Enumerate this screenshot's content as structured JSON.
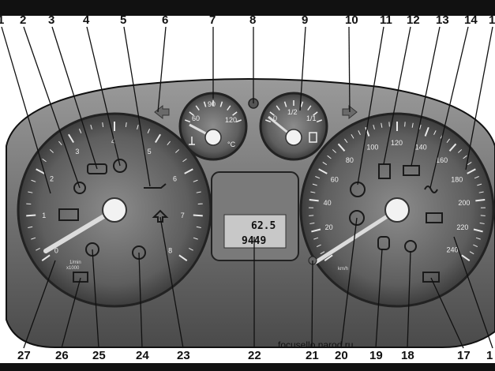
{
  "callouts": [
    "1",
    "2",
    "3",
    "4",
    "5",
    "6",
    "7",
    "8",
    "9",
    "10",
    "11",
    "12",
    "13",
    "14",
    "1",
    "27",
    "26",
    "25",
    "24",
    "23",
    "22",
    "21",
    "20",
    "19",
    "18",
    "17",
    "1"
  ],
  "tachometer": {
    "labels": [
      "0",
      "1",
      "2",
      "3",
      "4",
      "5",
      "6",
      "7",
      "8"
    ],
    "unit_line1": "1/min",
    "unit_line2": "x1000"
  },
  "speedometer": {
    "labels": [
      "20",
      "40",
      "60",
      "80",
      "100",
      "120",
      "140",
      "160",
      "180",
      "200",
      "220",
      "240"
    ],
    "unit": "km/h"
  },
  "temp_gauge": {
    "low": "60",
    "mid": "90",
    "high": "120"
  },
  "fuel_gauge": {
    "low": "0",
    "mid": "1/2",
    "high": "1/1"
  },
  "display": {
    "line1": "62.5",
    "line2": "9449"
  },
  "source": "focusello.narod.ru"
}
